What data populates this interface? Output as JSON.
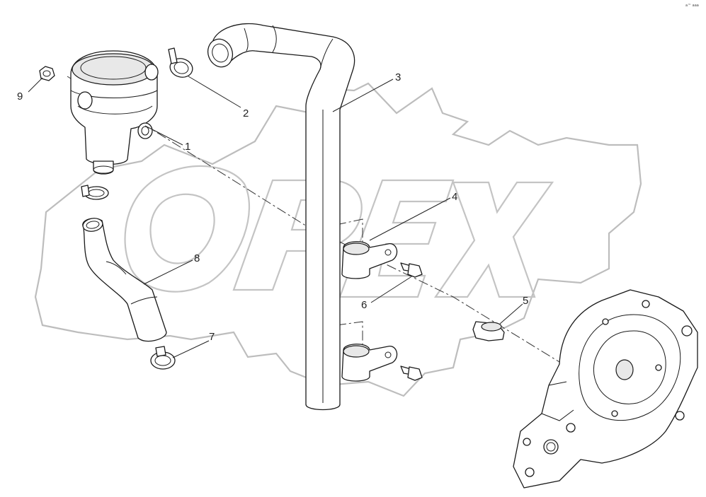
{
  "diagram": {
    "corner_code": "a™ aaa",
    "watermark_text": "OPEX",
    "callouts": [
      {
        "id": "callout-1",
        "label": "1"
      },
      {
        "id": "callout-2",
        "label": "2"
      },
      {
        "id": "callout-3",
        "label": "3"
      },
      {
        "id": "callout-4",
        "label": "4"
      },
      {
        "id": "callout-5",
        "label": "5"
      },
      {
        "id": "callout-6",
        "label": "6"
      },
      {
        "id": "callout-7",
        "label": "7"
      },
      {
        "id": "callout-8",
        "label": "8"
      },
      {
        "id": "callout-9",
        "label": "9"
      }
    ]
  }
}
